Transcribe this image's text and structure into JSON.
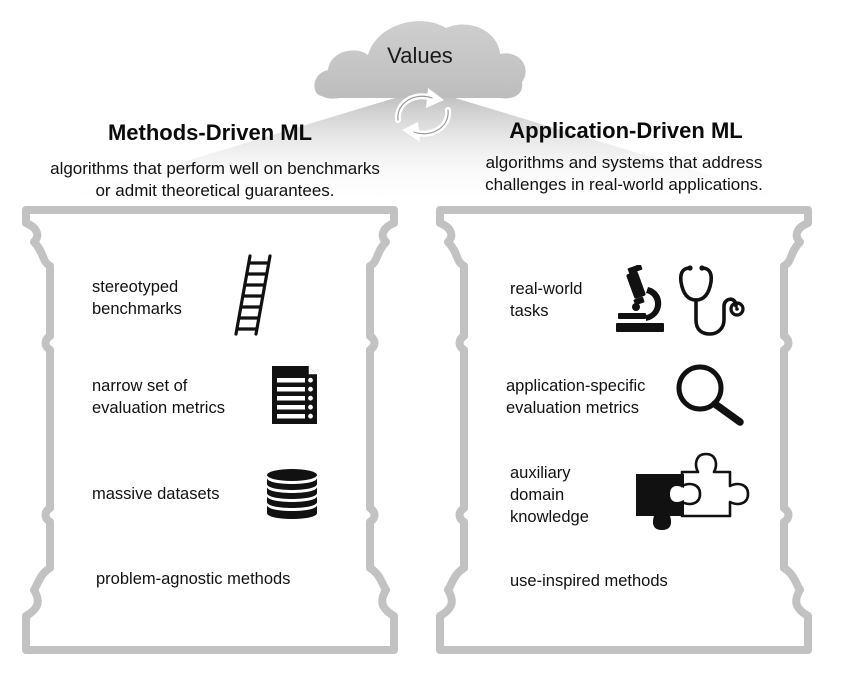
{
  "cloud": {
    "label": "Values",
    "icon": "cycle-arrows-icon"
  },
  "left": {
    "title": "Methods-Driven ML",
    "subtitle_line1": "algorithms that perform well on benchmarks",
    "subtitle_line2": "or admit theoretical guarantees.",
    "items": [
      {
        "line1": "stereotyped",
        "line2": "benchmarks",
        "icon": "ladder-icon"
      },
      {
        "line1": "narrow set of",
        "line2": "evaluation metrics",
        "icon": "checklist-document-icon"
      },
      {
        "line1": "massive datasets",
        "icon": "database-stack-icon"
      },
      {
        "line1": "problem-agnostic methods"
      }
    ]
  },
  "right": {
    "title": "Application-Driven ML",
    "subtitle_line1": "algorithms and systems that address",
    "subtitle_line2": "challenges in real-world applications.",
    "items": [
      {
        "line1": "real-world",
        "line2": "tasks",
        "icons": [
          "microscope-icon",
          "stethoscope-icon"
        ]
      },
      {
        "line1": "application-specific",
        "line2": "evaluation metrics",
        "icon": "magnifying-glass-icon"
      },
      {
        "line1": "auxiliary",
        "line2": "domain",
        "line3": "knowledge",
        "icon": "puzzle-pieces-icon"
      },
      {
        "line1": "use-inspired methods"
      }
    ]
  },
  "colors": {
    "cloud": "#c6c6c6",
    "pillar": "#c2c2c2",
    "roof_gradient": "#d6d6d6",
    "icon": "#111111",
    "text": "#111111"
  }
}
